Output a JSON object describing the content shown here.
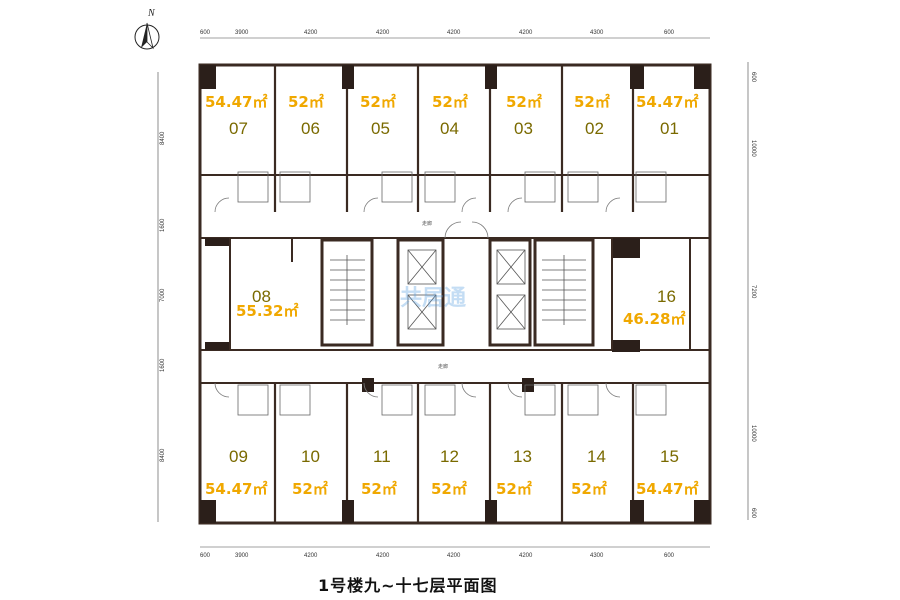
{
  "title": "1号楼九~十七层平面图",
  "north_label": "N",
  "watermark": "共居通",
  "corridor_label": "走廊",
  "dimensions": {
    "top": [
      "600",
      "3900",
      "4200",
      "4200",
      "4200",
      "4200",
      "4300",
      "600"
    ],
    "bottom": [
      "600",
      "3900",
      "4200",
      "4200",
      "4200",
      "4200",
      "4300",
      "600"
    ],
    "left": [
      "8400",
      "1600",
      "7000",
      "1600",
      "8400"
    ],
    "right": [
      "600",
      "10000",
      "7200",
      "10000",
      "600"
    ]
  },
  "units_top": [
    {
      "number": "07",
      "area": "54.47㎡"
    },
    {
      "number": "06",
      "area": "52㎡"
    },
    {
      "number": "05",
      "area": "52㎡"
    },
    {
      "number": "04",
      "area": "52㎡"
    },
    {
      "number": "03",
      "area": "52㎡"
    },
    {
      "number": "02",
      "area": "52㎡"
    },
    {
      "number": "01",
      "area": "54.47㎡"
    }
  ],
  "units_bottom": [
    {
      "number": "09",
      "area": "54.47㎡"
    },
    {
      "number": "10",
      "area": "52㎡"
    },
    {
      "number": "11",
      "area": "52㎡"
    },
    {
      "number": "12",
      "area": "52㎡"
    },
    {
      "number": "13",
      "area": "52㎡"
    },
    {
      "number": "14",
      "area": "52㎡"
    },
    {
      "number": "15",
      "area": "54.47㎡"
    }
  ],
  "unit_08": {
    "number": "08",
    "area": "55.32㎡"
  },
  "unit_16": {
    "number": "16",
    "area": "46.28㎡"
  }
}
